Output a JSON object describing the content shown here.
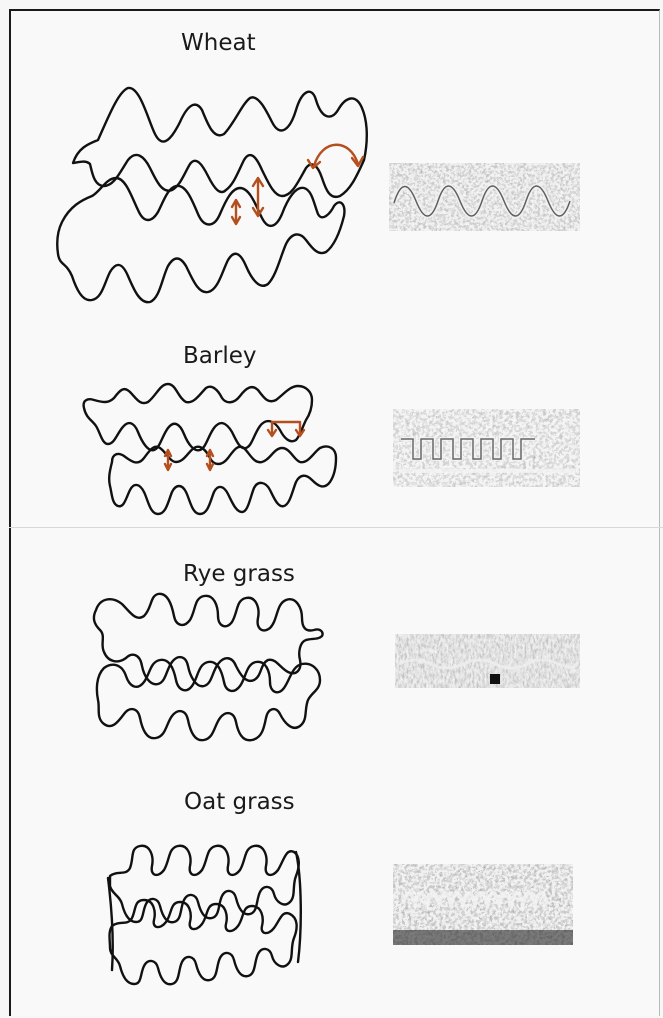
{
  "figure": {
    "panels": [
      {
        "id": "wheat",
        "label": "Wheat"
      },
      {
        "id": "barley",
        "label": "Barley"
      },
      {
        "id": "rye",
        "label": "Rye grass"
      },
      {
        "id": "oat",
        "label": "Oat grass"
      }
    ]
  },
  "colors": {
    "outline": "#111111",
    "arrow": "#b5501e",
    "micro_dark": "#2c2c2c",
    "micro_light": "#e6e6e6"
  }
}
